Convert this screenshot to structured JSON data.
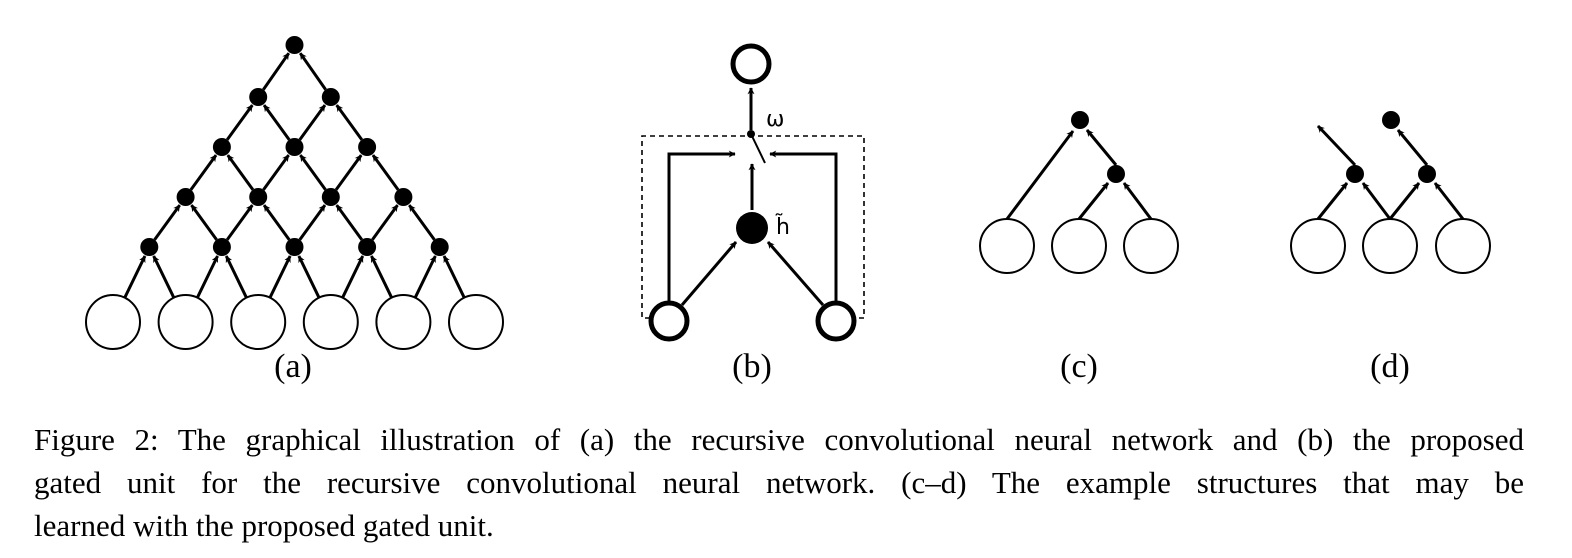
{
  "figure": {
    "panels": [
      {
        "label": "(a)"
      },
      {
        "label": "(b)",
        "gate_symbol": "ω",
        "candidate_symbol": "h̃"
      },
      {
        "label": "(c)"
      },
      {
        "label": "(d)"
      }
    ]
  },
  "caption": {
    "lines": [
      "Figure 2: The graphical illustration of (a) the recursive convolutional neural network and (b) the proposed",
      "gated unit for the recursive convolutional neural network.  (c–d) The example structures that may be",
      "learned with the proposed gated unit."
    ]
  }
}
